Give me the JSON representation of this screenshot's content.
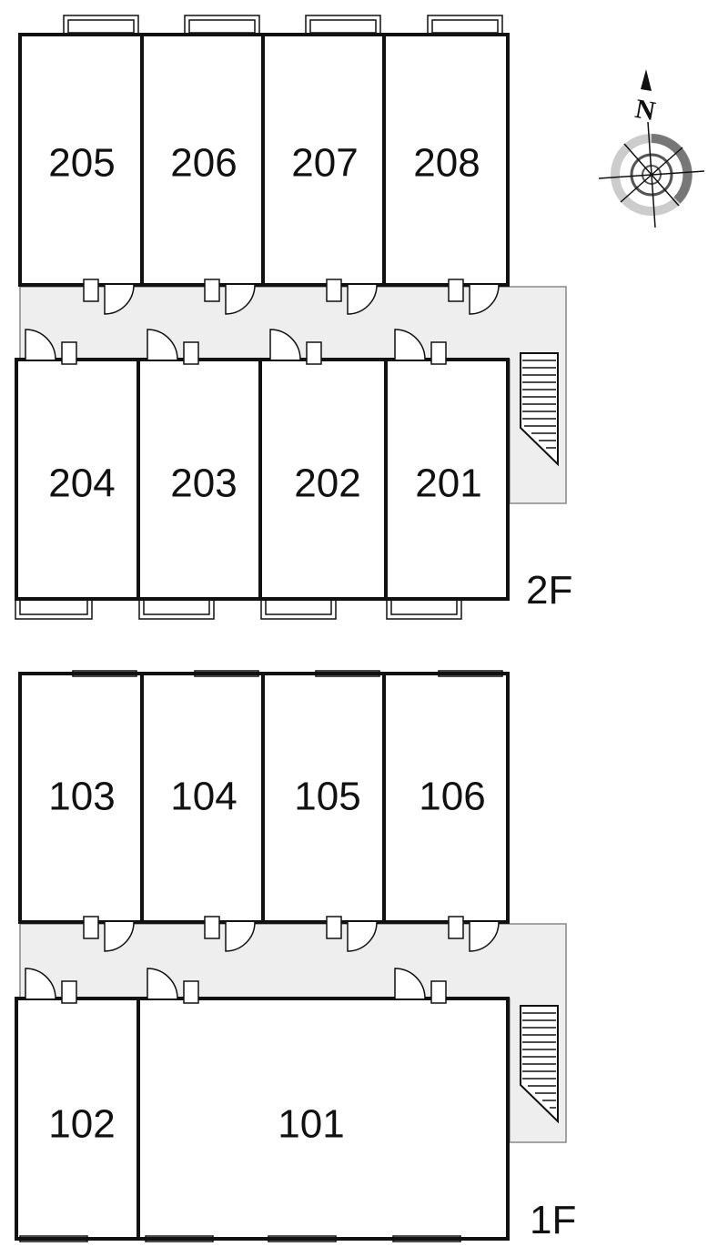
{
  "floors": {
    "upper": {
      "label": "2F",
      "rooms_back": [
        "205",
        "206",
        "207",
        "208"
      ],
      "rooms_front": [
        "204",
        "203",
        "202",
        "201"
      ]
    },
    "lower": {
      "label": "1F",
      "rooms_back": [
        "103",
        "104",
        "105",
        "106"
      ],
      "rooms_front": [
        "102",
        "101"
      ]
    }
  },
  "compass": {
    "north_letter": "N",
    "icon": "compass-rose-icon"
  },
  "colors": {
    "wall": "#111111",
    "corridor": "#eeeeee",
    "compass_ring_dark": "#777777",
    "compass_ring_light": "#cccccc"
  }
}
